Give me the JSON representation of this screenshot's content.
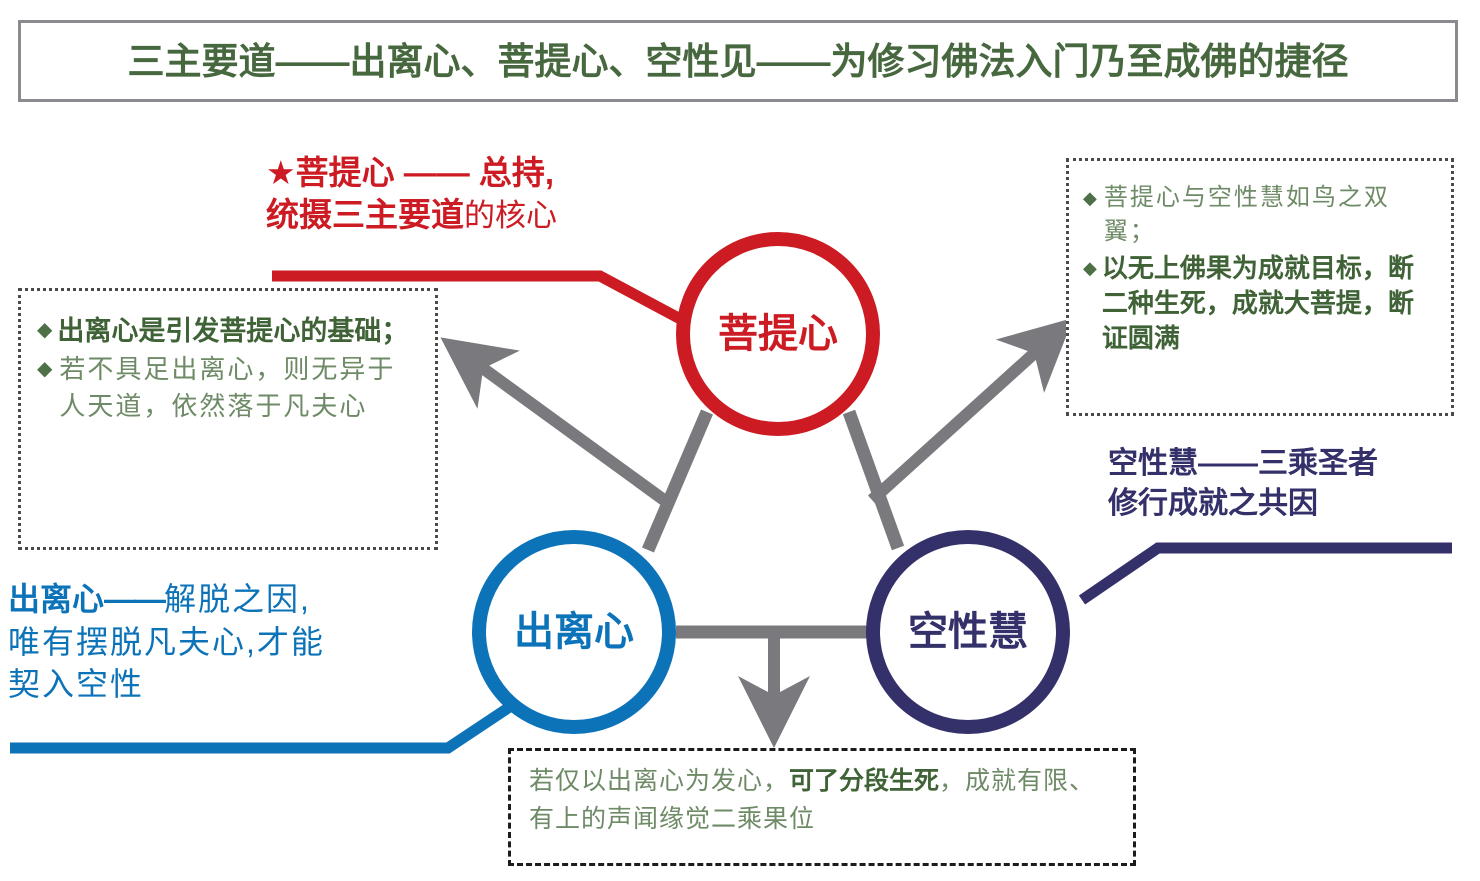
{
  "title": {
    "text": "三主要道——出离心、菩提心、空性见——为修习佛法入门乃至成佛的捷径",
    "color": "#47683f",
    "border_color": "#8a8a8f"
  },
  "nodes": [
    {
      "id": "bodhicitta",
      "label": "菩提心",
      "color": "#cc1b22"
    },
    {
      "id": "renunciation",
      "label": "出离心",
      "color": "#0d73b8"
    },
    {
      "id": "emptiness",
      "label": "空性慧",
      "color": "#34306a"
    }
  ],
  "callouts": {
    "bodhicitta": {
      "star": "★",
      "line1_bold": "菩提心 —— 总持,",
      "line2_bold": "统摄三主要道",
      "line2_light": "的核心",
      "color": "#cc1b22"
    },
    "renunciation": {
      "line1_bold": "出离心",
      "line1_dash": "——",
      "line1_light": "解脱之因,",
      "line2": "唯有摆脱凡夫心,才能",
      "line3": "契入空性",
      "color": "#0d73b8"
    },
    "emptiness": {
      "line1": "空性慧——三乘圣者",
      "line2": "修行成就之共因",
      "color": "#34306a"
    }
  },
  "boxes": {
    "left": {
      "bullet_marker": "◆",
      "items": [
        {
          "style": "bold",
          "text": "出离心是引发菩提心的基础；"
        },
        {
          "style": "light",
          "text": "若不具足出离心，则无异于人天道，依然落于凡夫心"
        }
      ],
      "border_color": "#4a4a4a"
    },
    "right": {
      "bullet_marker": "◆",
      "items": [
        {
          "style": "light",
          "text": "菩提心与空性慧如鸟之双翼；"
        },
        {
          "style": "bold",
          "text": "以无上佛果为成就目标，断二种生死，成就大菩提，断证圆满"
        }
      ],
      "border_color": "#4a4a4a"
    },
    "bottom": {
      "segment1": "若仅以出离心为发心，",
      "segment2_bold": "可了分段生死",
      "segment3": "，成就有限、有上的声闻缘觉二乘果位",
      "border_color": "#1c1c1c"
    }
  },
  "connectors": {
    "triangle_color": "#7a7a7e",
    "arrow_to_left_box": true,
    "arrow_to_right_box": true,
    "arrow_to_bottom_box": true
  }
}
